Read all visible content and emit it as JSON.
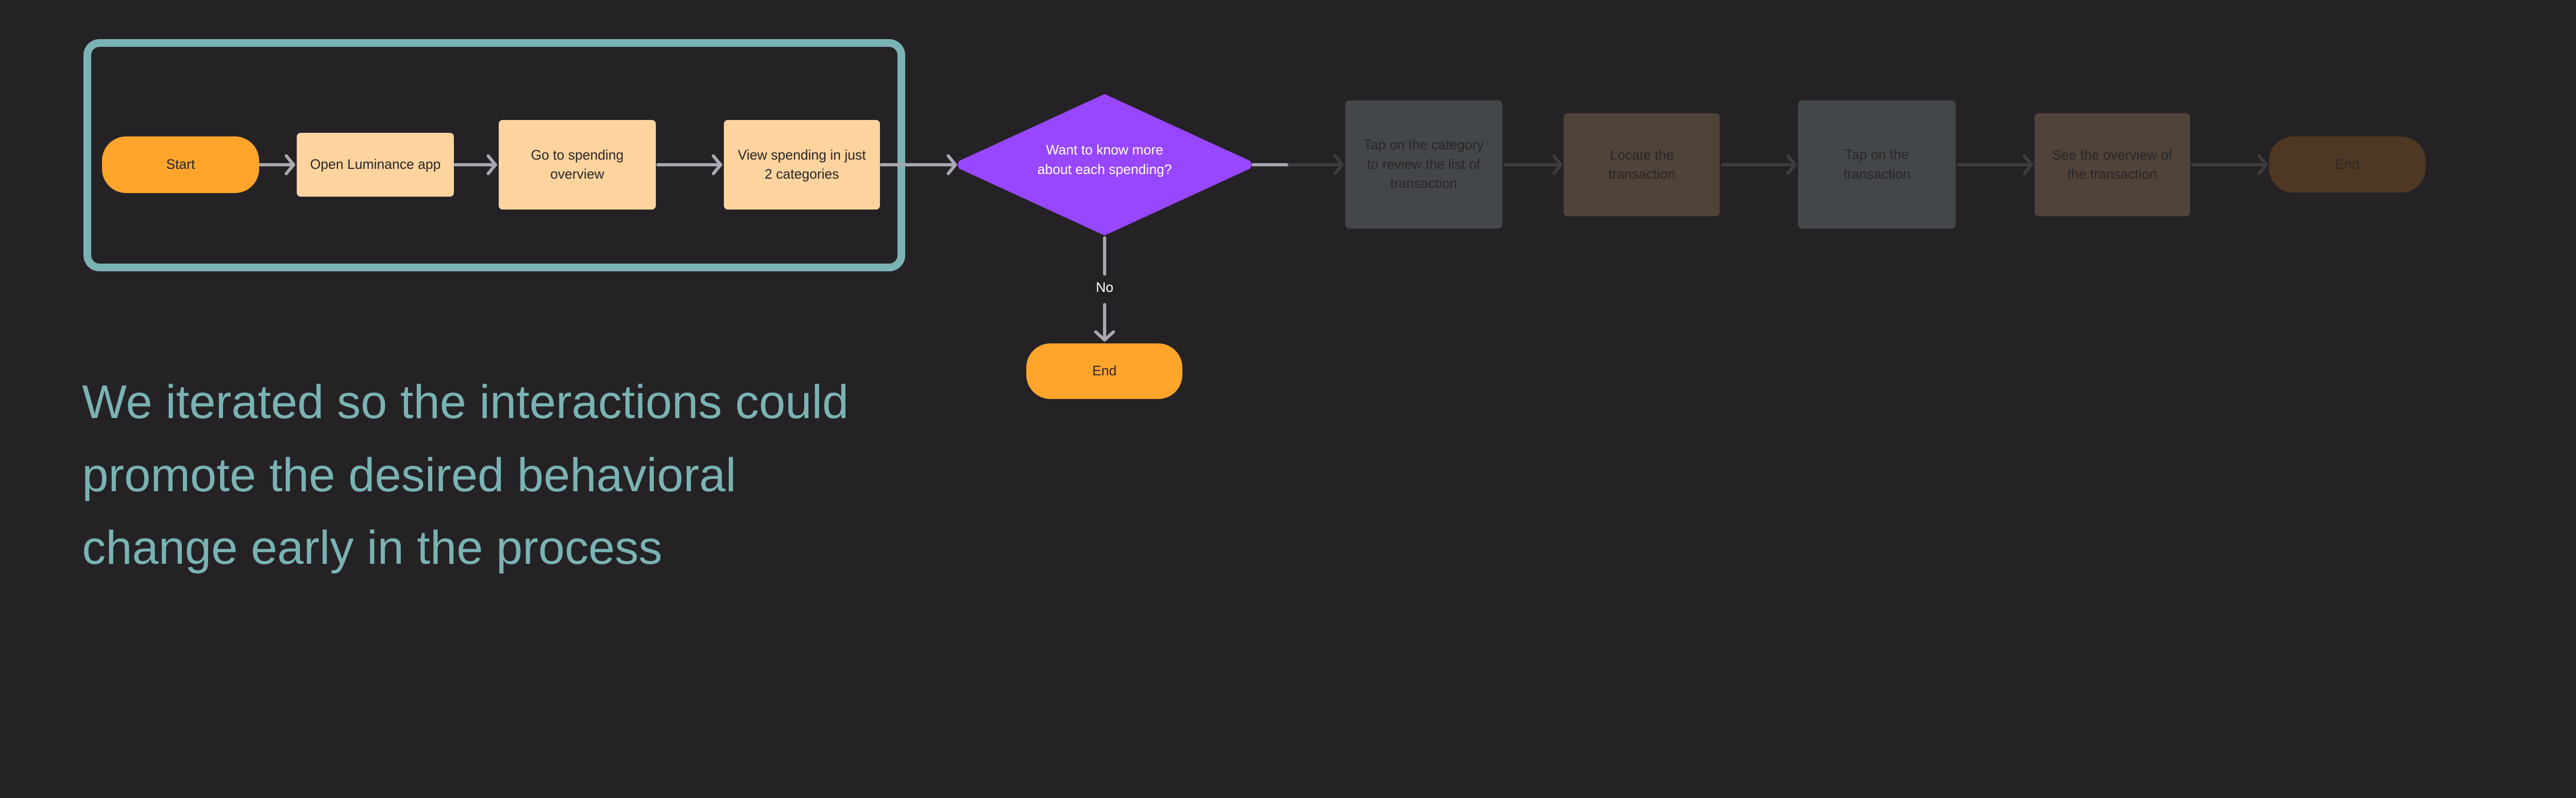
{
  "colors": {
    "background": "#252226",
    "accent_teal": "#7AB3B3",
    "terminal": "#FFA52B",
    "step": "#FDD39E",
    "decision": "#9747FF",
    "faded_gray": "#43474A",
    "faded_brown": "#4F433A"
  },
  "flow": {
    "start": "Start",
    "steps": [
      "Open Luminance app",
      "Go to spending overview",
      "View spending in just 2 categories"
    ],
    "decision": "Want to know more about each spending?",
    "no_label": "No",
    "no_end": "End",
    "faded_steps": [
      "Tap on the category to review the list of transaction",
      "Locate the transaction",
      "Tap on the transaction",
      "See the overview of the transaction"
    ],
    "faded_end": "End"
  },
  "headline": {
    "lines": [
      "We iterated so the interactions could",
      "promote the desired behavioral",
      "change early in the process"
    ]
  }
}
